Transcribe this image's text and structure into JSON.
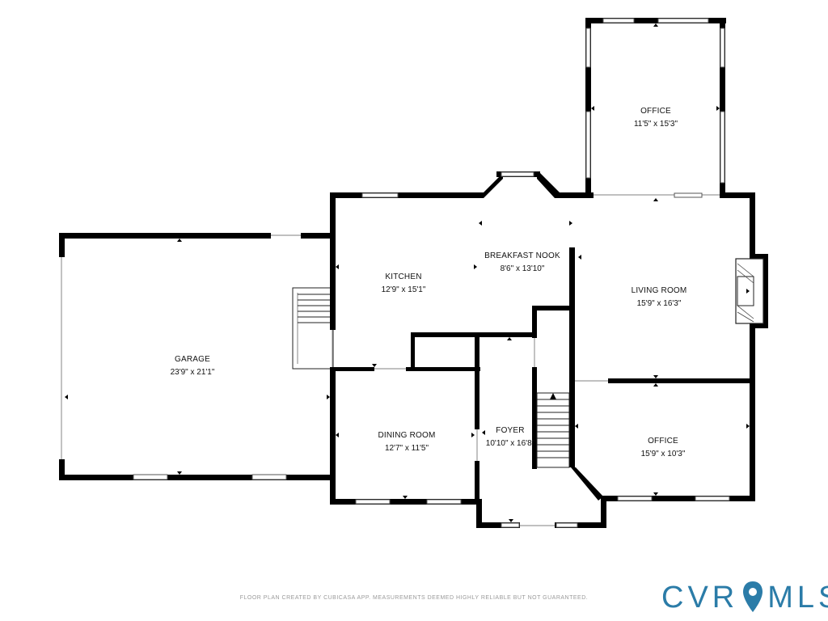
{
  "rooms": {
    "garage": {
      "name": "GARAGE",
      "dims": "23'9\" x 21'1\""
    },
    "kitchen": {
      "name": "KITCHEN",
      "dims": "12'9\" x 15'1\""
    },
    "breakfast_nook": {
      "name": "BREAKFAST NOOK",
      "dims": "8'6\" x 13'10\""
    },
    "office_top": {
      "name": "OFFICE",
      "dims": "11'5\" x 15'3\""
    },
    "living_room": {
      "name": "LIVING ROOM",
      "dims": "15'9\" x 16'3\""
    },
    "dining_room": {
      "name": "DINING ROOM",
      "dims": "12'7\" x 11'5\""
    },
    "foyer": {
      "name": "FOYER",
      "dims": "10'10\" x 16'8\""
    },
    "office_right": {
      "name": "OFFICE",
      "dims": "15'9\" x 10'3\""
    }
  },
  "footer": {
    "disclaimer": "FLOOR PLAN CREATED BY CUBICASA APP. MEASUREMENTS DEEMED HIGHLY RELIABLE BUT NOT GUARANTEED.",
    "logo_left": "CVR",
    "logo_right": "MLS",
    "logo_color": "#2b7ca8"
  },
  "colors": {
    "wall": "#000000",
    "background": "#ffffff"
  }
}
